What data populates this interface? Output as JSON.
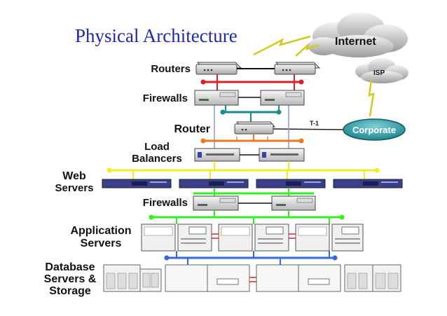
{
  "title": "Physical Architecture",
  "colors": {
    "title": "#1f2aa8",
    "red": "#e02020",
    "teal": "#1a8a8a",
    "orange": "#ee7722",
    "yellow": "#f2ee22",
    "green": "#33ee22",
    "blue": "#3366ee",
    "lightning": "#d4c820",
    "corporate_fill": "#1f9aa6"
  },
  "tiers": {
    "routers": "Routers",
    "firewalls_top": "Firewalls",
    "router": "Router",
    "load_balancers_1": "Load",
    "load_balancers_2": "Balancers",
    "web_1": "Web",
    "web_2": "Servers",
    "firewalls_mid": "Firewalls",
    "app_1": "Application",
    "app_2": "Servers",
    "db_1": "Database",
    "db_2": "Servers &",
    "db_3": "Storage"
  },
  "external": {
    "internet": "Internet",
    "isp": "ISP",
    "t1": "T-1",
    "corporate": "Corporate"
  }
}
